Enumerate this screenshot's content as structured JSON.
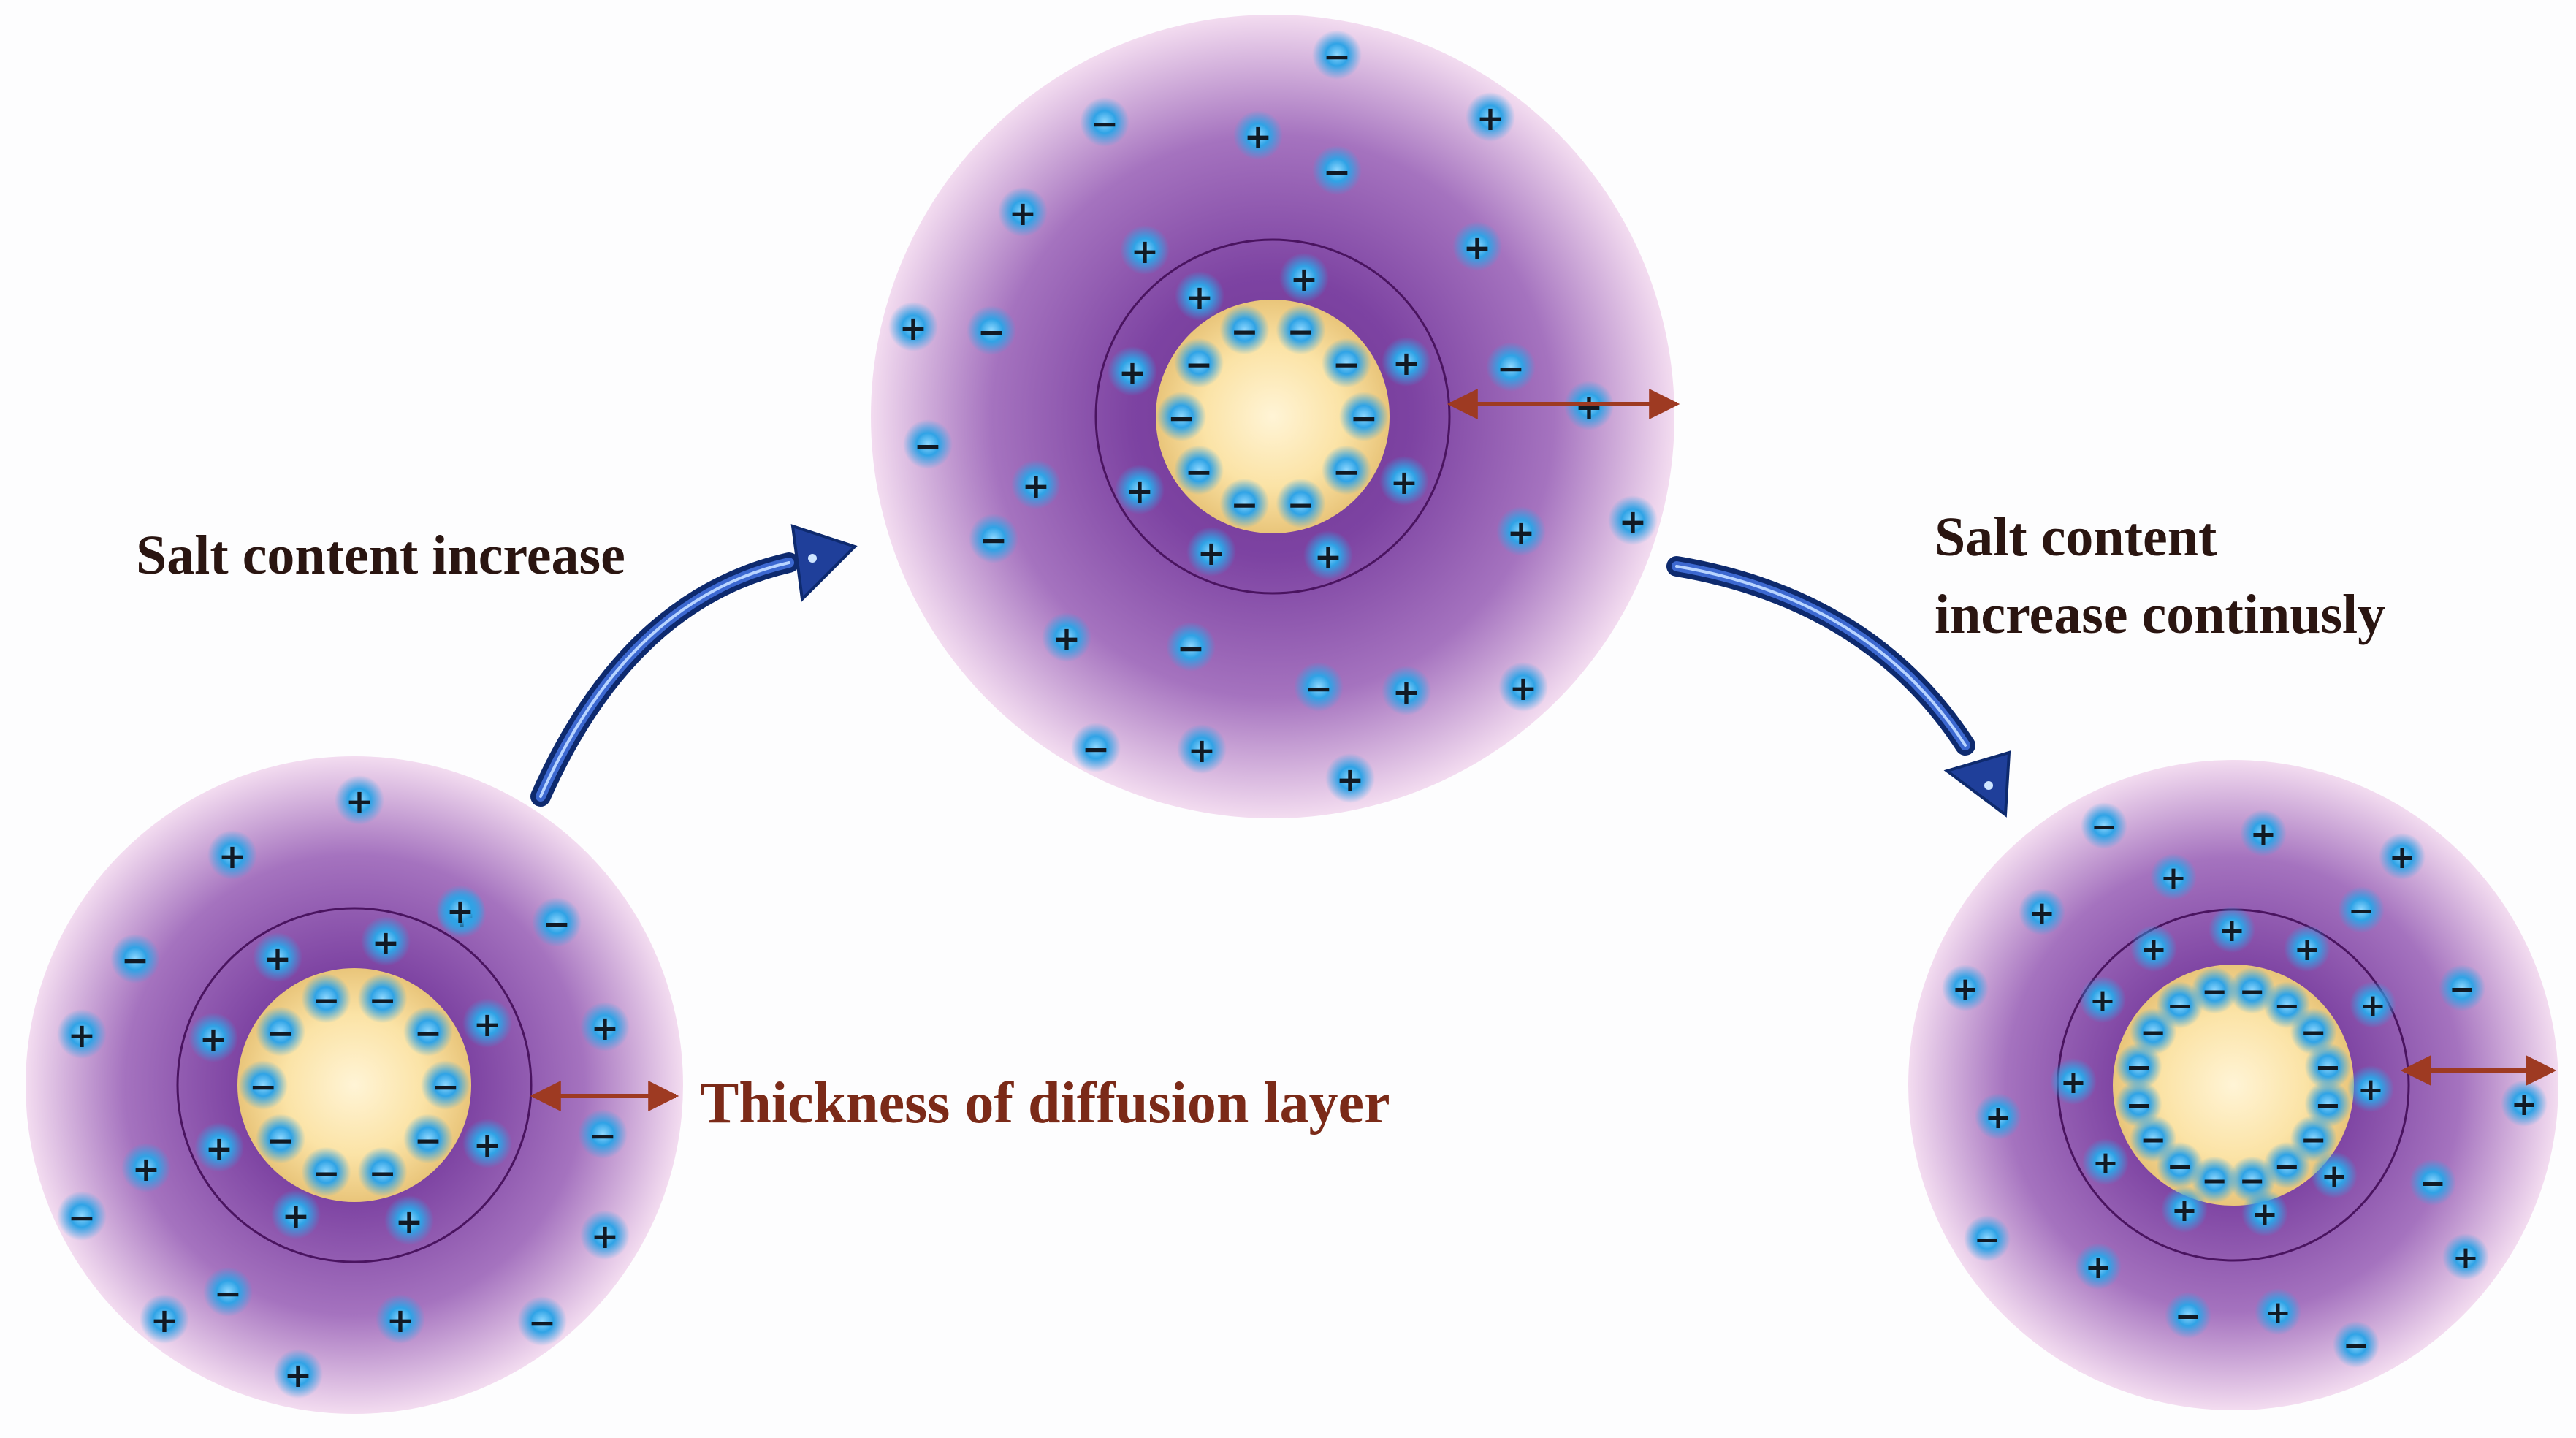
{
  "labels": {
    "salt_increase": "Salt content increase",
    "salt_increase_continuously_line1": "Salt content",
    "salt_increase_continuously_line2": "increase continusly",
    "thickness": "Thickness of diffusion layer"
  },
  "ion_symbols": {
    "positive": "+",
    "negative": "−"
  },
  "colors": {
    "text_dark": "#2a1511",
    "thickness_text": "#7b2a18",
    "thickness_arrow": "#9e3a22",
    "cloud_inner": "#7b3f9e",
    "cloud_outer": "#f3dcf0",
    "core_center": "#fff2cc",
    "core_edge": "#e8c77a",
    "ion_glow": "#2fa3e6",
    "process_arrow": "#1f3f9a"
  },
  "particles": [
    {
      "name": "particle-low-salt",
      "core_charge": "negative",
      "stern_counterions": "positive",
      "diffuse_ions": "mixed",
      "diffusion_layer": "thick"
    },
    {
      "name": "particle-medium-salt",
      "core_charge": "negative",
      "stern_counterions": "positive",
      "diffuse_ions": "mixed",
      "diffusion_layer": "thicker"
    },
    {
      "name": "particle-high-salt",
      "core_charge": "negative",
      "stern_counterions": "positive",
      "diffuse_ions": "mixed",
      "diffusion_layer": "compressed"
    }
  ]
}
